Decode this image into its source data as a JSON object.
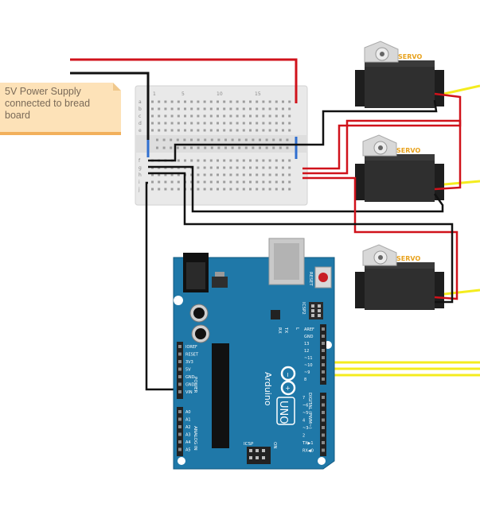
{
  "note": {
    "text": "5V Power Supply connected to bread board"
  },
  "servo": {
    "brand": "SERVO"
  },
  "breadboard": {
    "col_labels": [
      "1",
      "5",
      "10",
      "15"
    ],
    "row_labels_top": [
      "a",
      "b",
      "c",
      "d",
      "e"
    ],
    "row_labels_bottom": [
      "f",
      "g",
      "h",
      "i",
      "j"
    ]
  },
  "arduino": {
    "brand": "Arduino",
    "model": "UNO",
    "reset": "RESET",
    "icsp": "ICSP",
    "icsp2": "ICSP2",
    "tx": "TX",
    "rx": "RX",
    "led_l": "L",
    "on": "ON",
    "power": "POWER",
    "analog_in": "ANALOG IN",
    "digital": "DIGITAL (PWM~)",
    "aref": "AREF",
    "power_pins": [
      "IOREF",
      "RESET",
      "3V3",
      "5V",
      "GND",
      "GND",
      "VIN"
    ],
    "analog_pins": [
      "A0",
      "A1",
      "A2",
      "A3",
      "A4",
      "A5"
    ],
    "digital_pins_top": [
      "AREF",
      "GND",
      "13",
      "12",
      "~11",
      "~10",
      "~9",
      "8"
    ],
    "digital_pins_bottom": [
      "7",
      "~6",
      "~5",
      "4",
      "~3",
      "2",
      "TX▶1",
      "RX◀0"
    ]
  },
  "colors": {
    "wire_red": "#d0121b",
    "wire_black": "#111111",
    "wire_yellow": "#f4ec1e",
    "board": "#1f78a8",
    "servo_body": "#2b2b2b",
    "servo_label": "#e8a21d"
  }
}
